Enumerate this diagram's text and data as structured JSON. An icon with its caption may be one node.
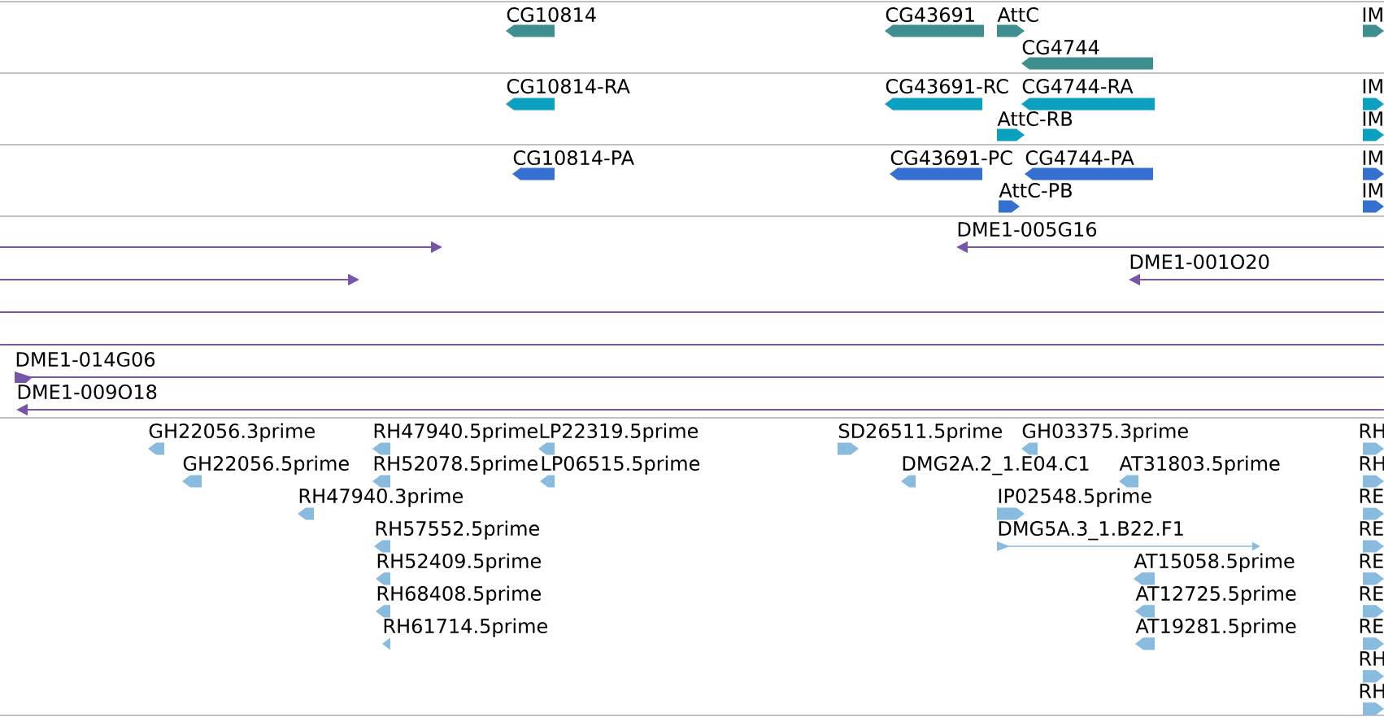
{
  "diagram": {
    "labels": [
      "CG10814",
      "CG43691",
      "AttC",
      "IM",
      "CG4744",
      "CG10814-RA",
      "CG43691-RC",
      "CG4744-RA",
      "IM",
      "AttC-RB",
      "IM",
      "CG10814-PA",
      "CG43691-PC",
      "CG4744-PA",
      "IM",
      "AttC-PB",
      "IM",
      "DME1-005G16",
      "DME1-001O20",
      "DME1-014G06",
      "DME1-009O18",
      "GH22056.3prime",
      "RH47940.5prime",
      "LP22319.5prime",
      "SD26511.5prime",
      "GH03375.3prime",
      "RH",
      "GH22056.5prime",
      "RH52078.5prime",
      "LP06515.5prime",
      "DMG2A.2_1.E04.C1",
      "AT31803.5prime",
      "RH",
      "RH47940.3prime",
      "IP02548.5prime",
      "RE",
      "RH57552.5prime",
      "DMG5A.3_1.B22.F1",
      "RE",
      "RH52409.5prime",
      "AT15058.5prime",
      "RE",
      "RH68408.5prime",
      "AT12725.5prime",
      "RE",
      "RH61714.5prime",
      "AT19281.5prime",
      "RE",
      "RH",
      "RH"
    ]
  }
}
